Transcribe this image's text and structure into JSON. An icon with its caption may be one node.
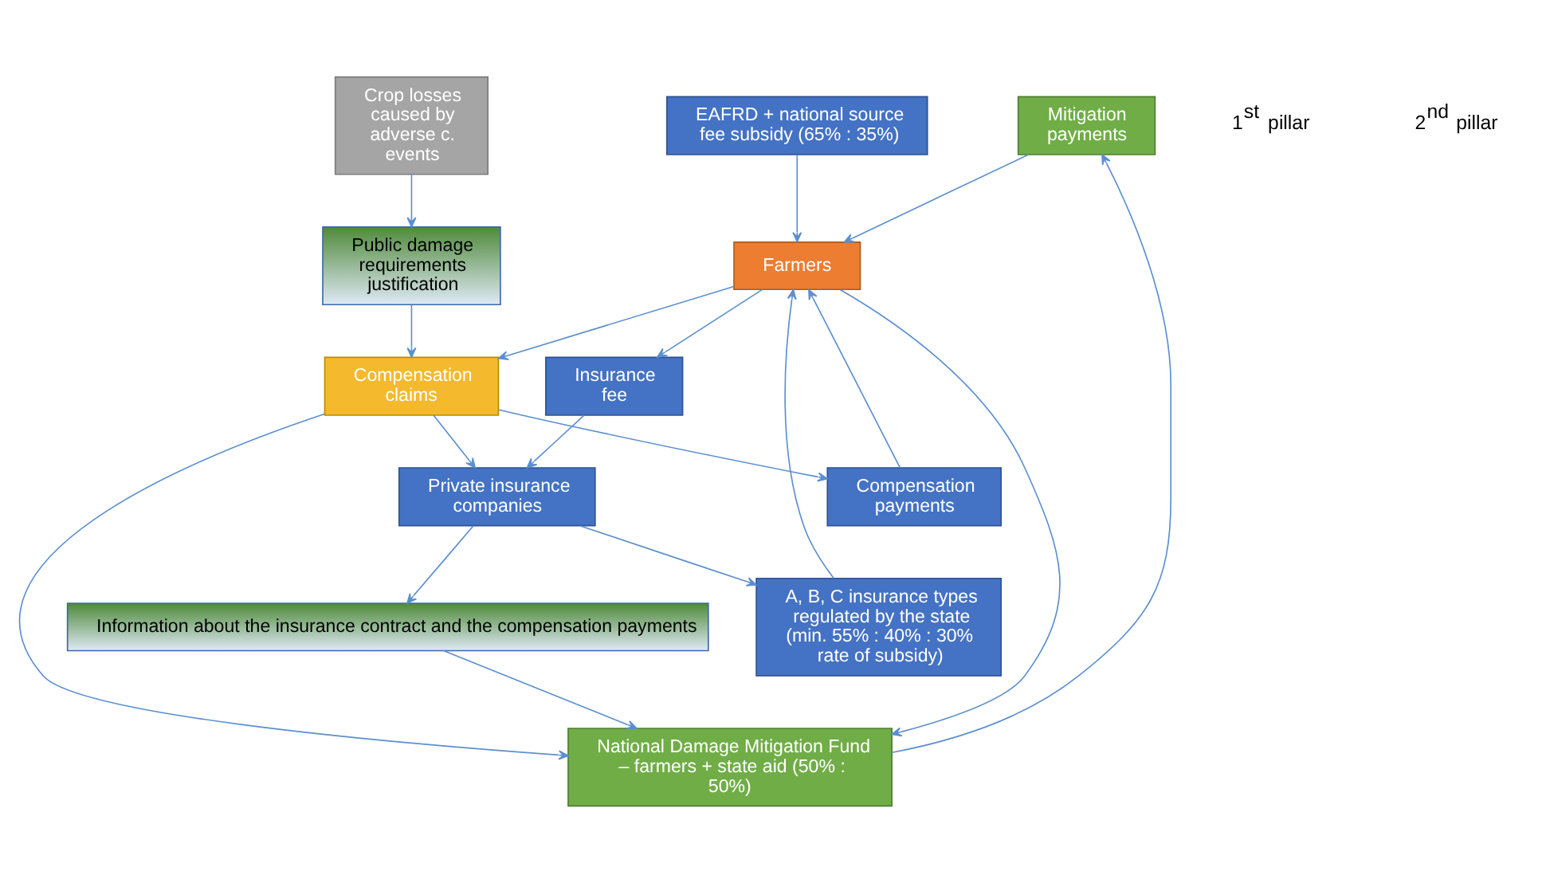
{
  "diagram": {
    "nodes": [
      {
        "text": [
          "Mitigation payments"
        ]
      },
      {
        "text": [
          "EAFRD + national source fee subsidy (65% : 35%)"
        ]
      },
      {
        "text": [
          "National Damage Mitigation Fund – farmers + state aid (50% : 50%)"
        ]
      },
      {
        "text": [
          "A, B, C insurance types regulated by the state (min. 55% : 40% : 30% rate of subsidy)"
        ]
      },
      {
        "text": [
          "Farmers"
        ]
      },
      {
        "text": [
          "Crop losses caused by adverse c. events"
        ]
      },
      {
        "text": [
          "Insurance fee"
        ]
      },
      {
        "text": [
          "Compensation claims"
        ]
      },
      {
        "text": [
          "Compensation payments"
        ]
      },
      {
        "text": [
          "Public damage requirements justification"
        ]
      },
      {
        "text": [
          "Private insurance companies"
        ]
      },
      {
        "text": [
          "Information about the insurance contract and the compensation payments"
        ]
      }
    ],
    "edges": [
      {
        "from": 0,
        "to": 4,
        "arrow": "to"
      },
      {
        "from": 1,
        "to": 4,
        "arrow": "to"
      },
      {
        "from": 3,
        "to": 4,
        "arrow": "to"
      },
      {
        "from": 4,
        "to": 2,
        "arrow": "to"
      },
      {
        "from": 2,
        "to": 0,
        "arrow": "to"
      },
      {
        "from": 8,
        "to": 4,
        "arrow": "to"
      },
      {
        "from": 4,
        "to": 6,
        "arrow": "to"
      },
      {
        "from": 4,
        "to": 7,
        "arrow": "to"
      },
      {
        "from": 6,
        "to": 10,
        "arrow": "to"
      },
      {
        "from": 10,
        "to": 3,
        "arrow": "to"
      },
      {
        "from": 7,
        "to": 10,
        "arrow": "to"
      },
      {
        "from": 7,
        "to": 8,
        "arrow": "to"
      },
      {
        "from": 7,
        "to": 2,
        "arrow": "to"
      },
      {
        "from": 5,
        "to": 9,
        "arrow": "to"
      },
      {
        "from": 9,
        "to": 7,
        "arrow": "to"
      },
      {
        "from": 10,
        "to": 11,
        "arrow": "to"
      },
      {
        "from": 11,
        "to": 2,
        "arrow": "to"
      }
    ],
    "labels": [
      "1$^{st}$ pillar",
      "2$^{nd}$ pillar"
    ]
  }
}
